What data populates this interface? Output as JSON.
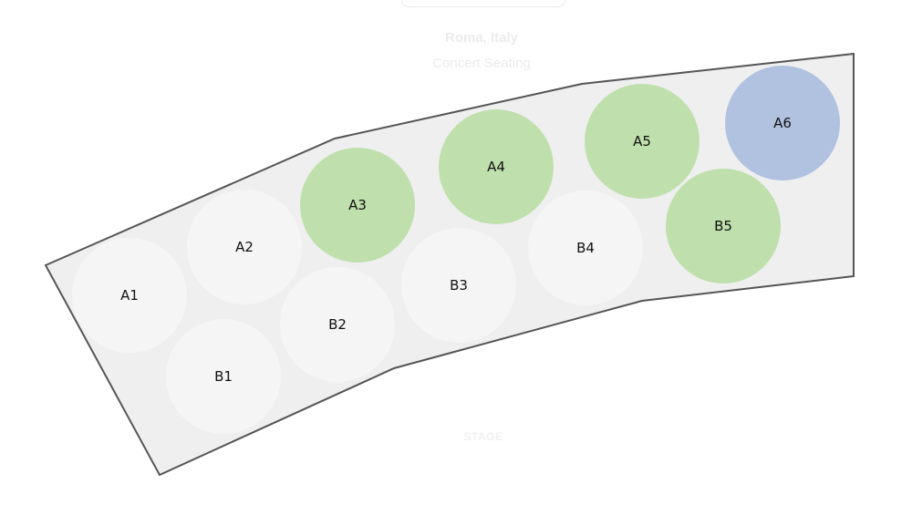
{
  "venue": {
    "title": "Roma, Italy",
    "subtitle": "Concert Seating"
  },
  "stage": {
    "label": "STAGE"
  },
  "colors": {
    "section_fill": "#efefef",
    "section_stroke": "#555555",
    "seat_available": "#f5f5f5",
    "seat_selected": "#bfe0ad",
    "seat_highlight": "#b1c2e1"
  },
  "section": {
    "seats": [
      {
        "label": "A1",
        "state": "available"
      },
      {
        "label": "A2",
        "state": "available"
      },
      {
        "label": "A3",
        "state": "selected"
      },
      {
        "label": "A4",
        "state": "selected"
      },
      {
        "label": "A5",
        "state": "selected"
      },
      {
        "label": "A6",
        "state": "highlight"
      },
      {
        "label": "B1",
        "state": "available"
      },
      {
        "label": "B2",
        "state": "available"
      },
      {
        "label": "B3",
        "state": "available"
      },
      {
        "label": "B4",
        "state": "available"
      },
      {
        "label": "B5",
        "state": "selected"
      }
    ]
  }
}
